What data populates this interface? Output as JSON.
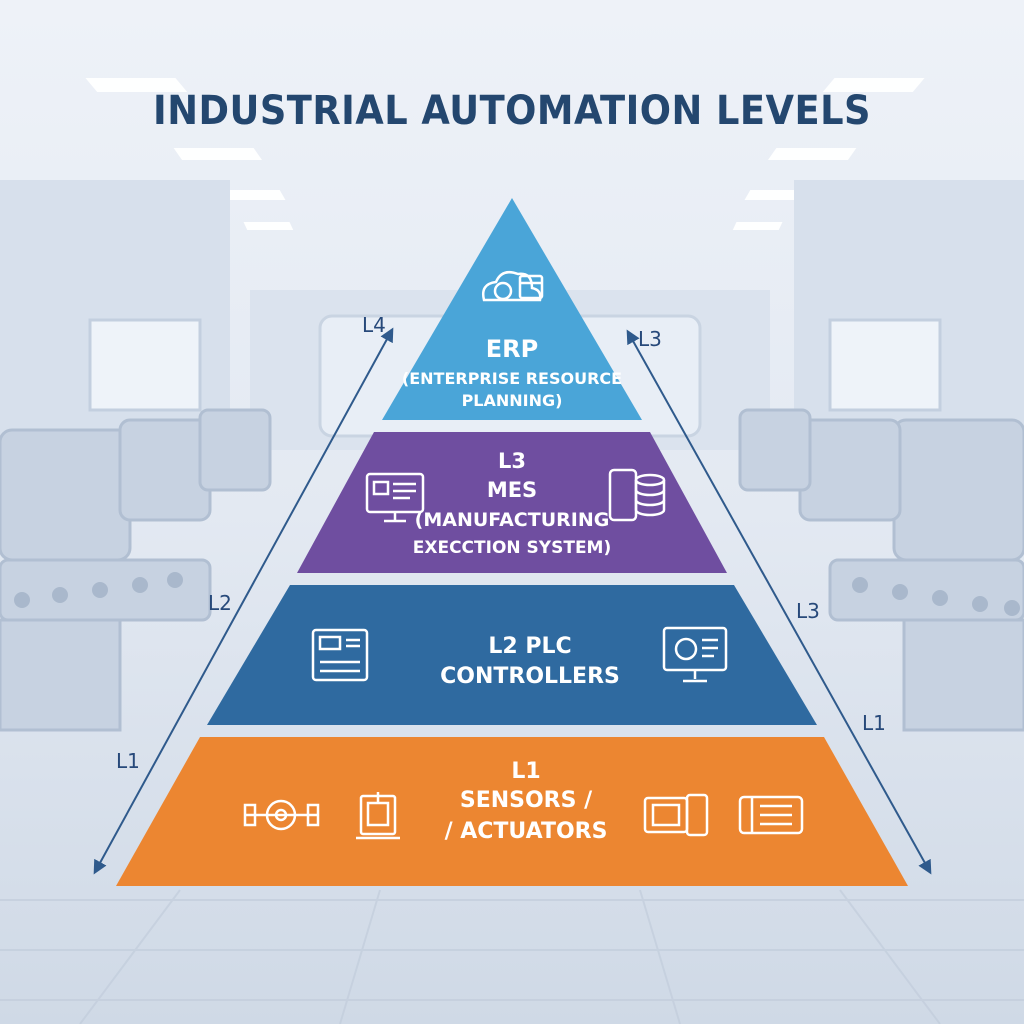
{
  "title": "INDUSTRIAL AUTOMATION LEVELS",
  "colors": {
    "erp": "#4aa5d8",
    "mes": "#6f4ea0",
    "plc": "#2f6aa0",
    "sensors": "#ec8631",
    "text_dark": "#24476f"
  },
  "levels": {
    "erp": {
      "line1": "ERP",
      "line2": "(ENTERPRISE RESOURCE",
      "line3": "PLANNING)",
      "icon": "cloud-dollar-calendar-icon"
    },
    "mes": {
      "line1": "L3",
      "line2": "MES",
      "line3": "(MANUFACTURING",
      "line4": "EXECCTION SYSTEM)",
      "icons": [
        "monitor-dashboard-icon",
        "tablet-database-icon"
      ]
    },
    "plc": {
      "line1": "L2 PLC",
      "line2": "CONTROLLERS",
      "icons": [
        "plc-controller-icon",
        "hmi-monitor-icon"
      ]
    },
    "sensors": {
      "line1": "L1",
      "line2": "SENSORS /",
      "line3": "/ ACTUATORS",
      "icons": [
        "valve-icon",
        "sensor-icon",
        "actuator-icon",
        "drive-icon"
      ]
    }
  },
  "axis_labels": {
    "left_top": "L4",
    "left_mid": "L2",
    "left_bottom": "L1",
    "right_top": "L3",
    "right_mid": "L3",
    "right_bottom": "L1"
  }
}
